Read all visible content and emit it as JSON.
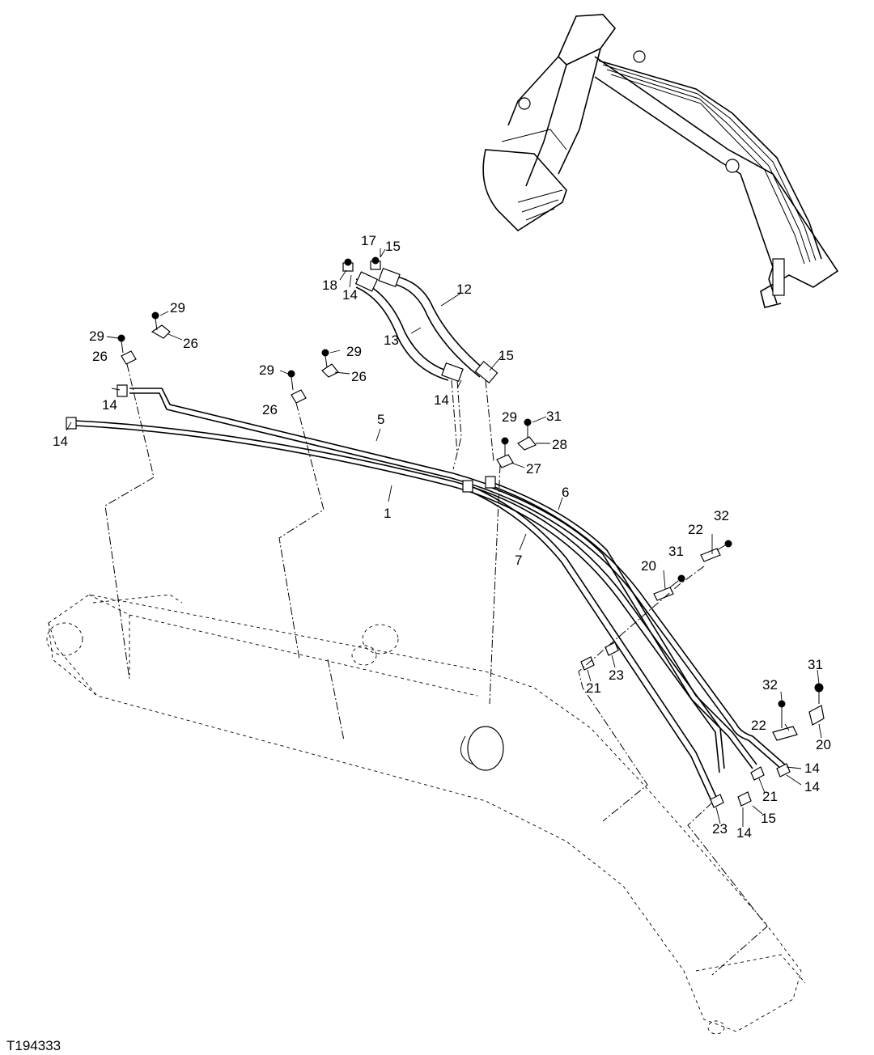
{
  "figure_id": "T194333",
  "callouts": [
    {
      "id": "c17",
      "text": "17"
    },
    {
      "id": "c15a",
      "text": "15"
    },
    {
      "id": "c18",
      "text": "18"
    },
    {
      "id": "c14a",
      "text": "14"
    },
    {
      "id": "c12",
      "text": "12"
    },
    {
      "id": "c13",
      "text": "13"
    },
    {
      "id": "c15b",
      "text": "15"
    },
    {
      "id": "c14b",
      "text": "14"
    },
    {
      "id": "c29a",
      "text": "29"
    },
    {
      "id": "c26a",
      "text": "26"
    },
    {
      "id": "c29b",
      "text": "29"
    },
    {
      "id": "c26b",
      "text": "26"
    },
    {
      "id": "c29c",
      "text": "29"
    },
    {
      "id": "c26c",
      "text": "26"
    },
    {
      "id": "c29d",
      "text": "29"
    },
    {
      "id": "c26d",
      "text": "26"
    },
    {
      "id": "c14c",
      "text": "14"
    },
    {
      "id": "c14d",
      "text": "14"
    },
    {
      "id": "c5",
      "text": "5"
    },
    {
      "id": "c1",
      "text": "1"
    },
    {
      "id": "c29e",
      "text": "29"
    },
    {
      "id": "c31a",
      "text": "31"
    },
    {
      "id": "c28",
      "text": "28"
    },
    {
      "id": "c27",
      "text": "27"
    },
    {
      "id": "c6",
      "text": "6"
    },
    {
      "id": "c7",
      "text": "7"
    },
    {
      "id": "c32a",
      "text": "32"
    },
    {
      "id": "c22a",
      "text": "22"
    },
    {
      "id": "c31b",
      "text": "31"
    },
    {
      "id": "c20a",
      "text": "20"
    },
    {
      "id": "c21a",
      "text": "21"
    },
    {
      "id": "c23a",
      "text": "23"
    },
    {
      "id": "c31c",
      "text": "31"
    },
    {
      "id": "c32b",
      "text": "32"
    },
    {
      "id": "c22b",
      "text": "22"
    },
    {
      "id": "c20b",
      "text": "20"
    },
    {
      "id": "c14e",
      "text": "14"
    },
    {
      "id": "c14f",
      "text": "14"
    },
    {
      "id": "c21b",
      "text": "21"
    },
    {
      "id": "c23b",
      "text": "23"
    },
    {
      "id": "c14g",
      "text": "14"
    },
    {
      "id": "c15c",
      "text": "15"
    }
  ]
}
